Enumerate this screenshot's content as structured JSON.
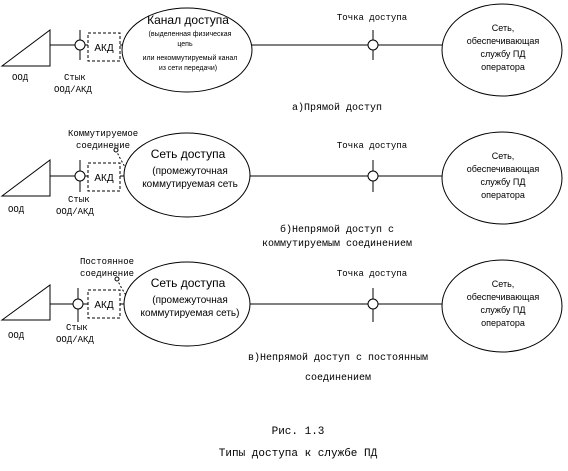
{
  "figure": {
    "number": "Рис. 1.3",
    "title": "Типы доступа к службе ПД"
  },
  "common": {
    "ood": "ООД",
    "akd": "АКД",
    "joint": [
      "Стык",
      "ООД/АКД"
    ],
    "access_point": "Точка доступа",
    "operator_net": [
      "Сеть,",
      "обеспечивающая",
      "службу ПД",
      "оператора"
    ]
  },
  "diagram_a": {
    "net_title": "Канал доступа",
    "net_sub": [
      "(выделенная физическая",
      "цепь",
      "или некоммутируемый канал",
      "из сети передачи)"
    ],
    "caption": "а)Прямой доступ"
  },
  "diagram_b": {
    "connection": [
      "Коммутируемое",
      "соединение"
    ],
    "net_title": "Сеть доступа",
    "net_sub": [
      "(промежуточная",
      "коммутируемая сеть"
    ],
    "caption": [
      "б)Непрямой доступ с",
      "коммутируемым соединением"
    ]
  },
  "diagram_c": {
    "connection": [
      "Постоянное",
      "соединение"
    ],
    "net_title": "Сеть доступа",
    "net_sub": [
      "(промежуточная",
      "коммутируемая сеть)"
    ],
    "caption": [
      "в)Непрямой доступ с постоянным",
      "соединением"
    ]
  }
}
